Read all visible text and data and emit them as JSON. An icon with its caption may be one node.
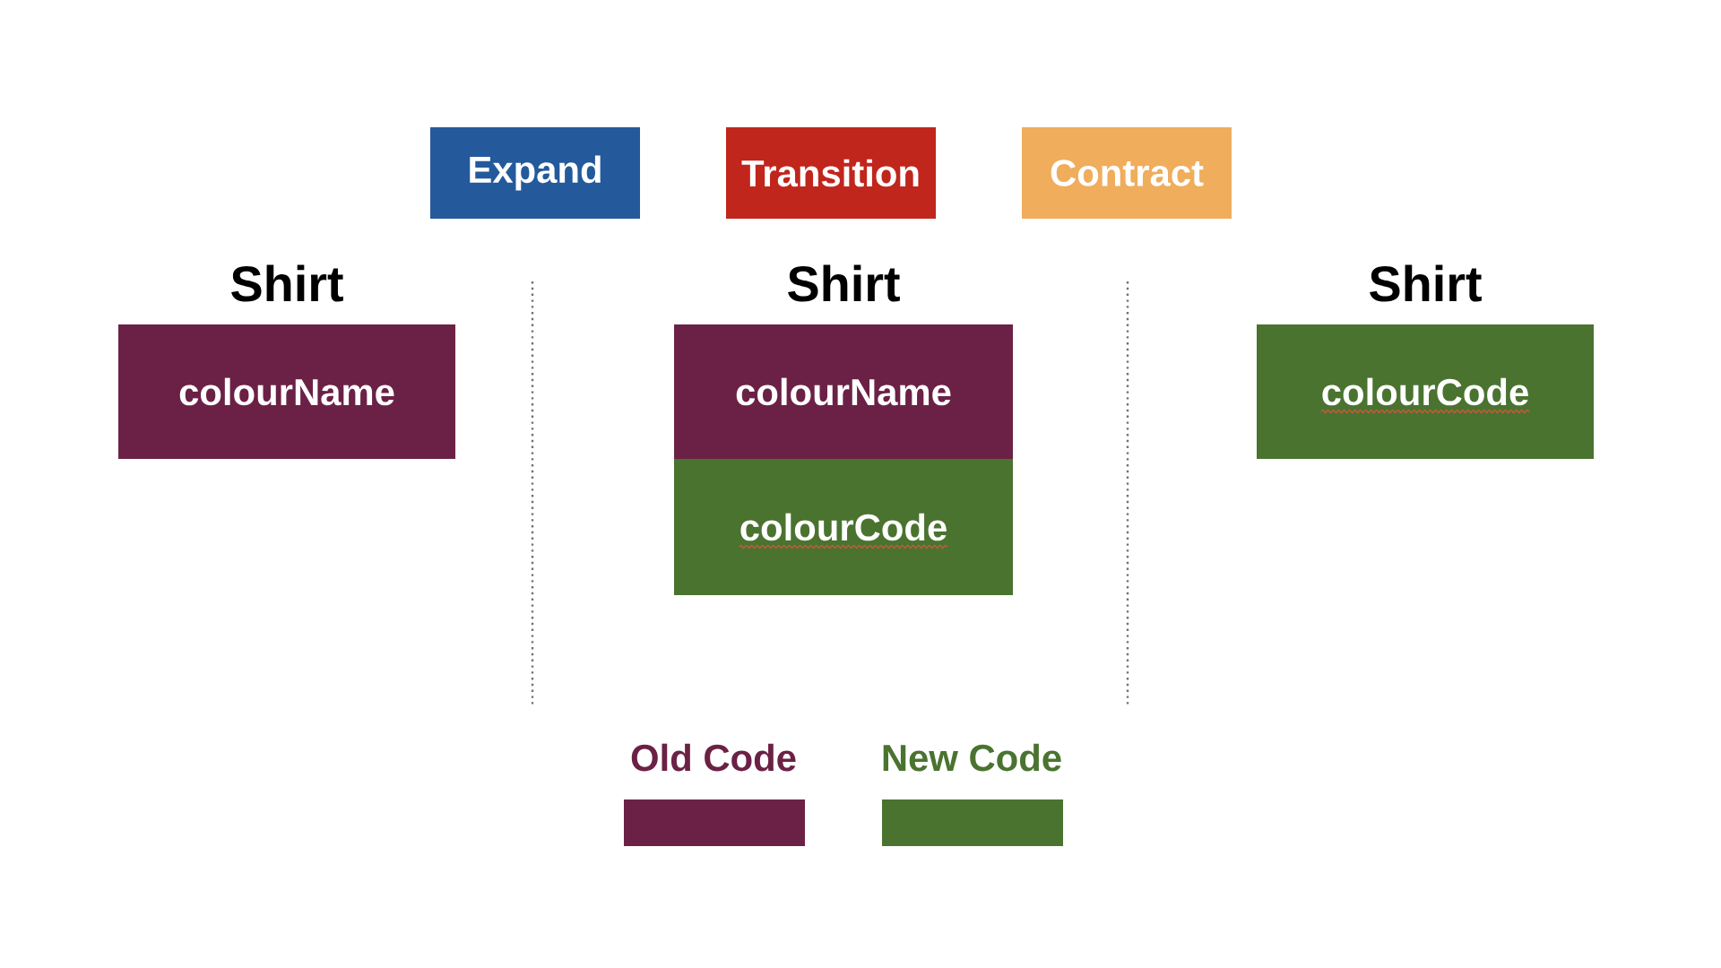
{
  "diagram": {
    "nodes": [
      {
        "text": [
          "Expand"
        ]
      },
      {
        "text": [
          "Transition"
        ]
      },
      {
        "text": [
          "Contract"
        ]
      },
      {
        "text": [
          "Shirt",
          "colourName"
        ]
      },
      {
        "text": [
          "Shirt",
          "colourName"
        ]
      },
      {
        "text": [
          "colourCode"
        ]
      },
      {
        "text": [
          "Shirt",
          "colourCode"
        ]
      }
    ],
    "legend": [
      {
        "text": "Old Code",
        "color": "#6b2145"
      },
      {
        "text": "New Code",
        "color": "#4a7330"
      }
    ]
  }
}
